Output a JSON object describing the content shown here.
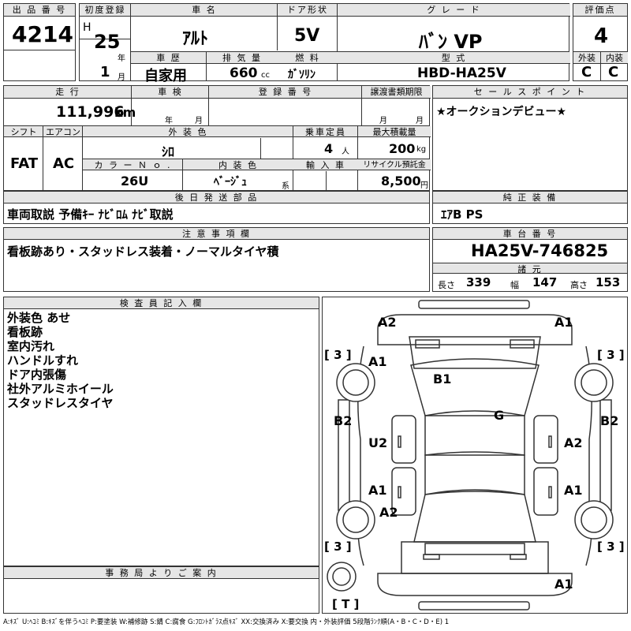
{
  "labels": {
    "lot_number": "出 品 番 号",
    "first_registration": "初度登録",
    "car_name": "車 名",
    "door_type": "ドア形状",
    "grade": "グ レ ー ド",
    "score": "評価点",
    "history": "車 歴",
    "displacement": "排 気 量",
    "fuel": "燃 料",
    "model_code": "型 式",
    "exterior": "外装",
    "interior": "内装",
    "mileage": "走 行",
    "inspection": "車 検",
    "registration_no": "登 録 番 号",
    "transfer_deadline": "譲渡書類期限",
    "sales_point": "セ ー ル ス ポ イ ン ト",
    "shift": "シフト",
    "aircon": "エアコン",
    "exterior_color": "外 装 色",
    "capacity": "乗車定員",
    "max_load": "最大積載量",
    "color_no": "カ ラ ー Ｎ ｏ .",
    "interior_color": "内 装 色",
    "import": "輸 入 車",
    "recycle": "リサイクル預託金",
    "later_parts": "後 日 発 送 部 品",
    "genuine_equipment": "純 正 装 備",
    "notes": "注 意 事 項 欄",
    "chassis_no": "車 台 番 号",
    "specs": "諸 元",
    "length": "長さ",
    "width": "幅",
    "height": "高さ",
    "inspector_notes": "検 査 員 記 入 欄",
    "office_notice": "事 務 局 よ り ご 案 内"
  },
  "units": {
    "era": "H",
    "year": "年",
    "month": "月",
    "cc": "cc",
    "km": "km",
    "year_blank": "年",
    "month_blank": "月",
    "person": "人",
    "kg": "kg",
    "kei": "系",
    "yen": "円"
  },
  "values": {
    "lot_number": "4214",
    "reg_year": "25",
    "reg_month": "1",
    "car_name": "ｱﾙﾄ",
    "door_type": "5V",
    "grade": "ﾊﾞﾝ VP",
    "score": "4",
    "history": "自家用",
    "displacement": "660",
    "fuel": "ｶﾞｿﾘﾝ",
    "model_code": "HBD-HA25V",
    "exterior_grade": "C",
    "interior_grade": "C",
    "mileage": "111,996",
    "sales_point": "★オークションデビュー★",
    "shift": "FAT",
    "aircon": "AC",
    "exterior_color": "ｼﾛ",
    "capacity": "4",
    "max_load": "200",
    "color_no": "26U",
    "interior_color": "ﾍﾞｰｼﾞｭ",
    "recycle": "8,500",
    "later_parts": "車両取説 予備ｷｰ ﾅﾋﾞﾛﾑ ﾅﾋﾞ取説",
    "genuine_equipment": "ｴｱB PS",
    "notes": "看板跡あり・スタッドレス装着・ノーマルタイヤ積",
    "chassis_no": "HA25V-746825",
    "length": "339",
    "width": "147",
    "height": "153"
  },
  "inspector_lines": [
    "外装色 あせ",
    "看板跡",
    "室内汚れ",
    "ハンドルすれ",
    "ドア内張傷",
    "社外アルミホイール",
    "スタッドレスタイヤ"
  ],
  "diagram_marks": {
    "front_left": "A2",
    "front_right": "A1",
    "left_front_fender": "A1",
    "roof_front": "B1",
    "roof": "G",
    "left_side": "B2",
    "right_side": "B2",
    "left_door": "U2",
    "right_door": "A2",
    "left_rear_door": "A1",
    "right_rear_door": "A1",
    "left_rear_fender": "A2",
    "rear": "A1",
    "tire_fl": "[ 3 ]",
    "tire_fr": "[ 3 ]",
    "tire_rl": "[ 3 ]",
    "tire_rr": "[ 3 ]",
    "spare": "[ T ]"
  },
  "legend": "A:ｷｽﾞ U:ﾍｺﾐ B:ｷｽﾞを伴うﾍｺﾐ P:要塗装 W:補修跡 S:錆 C:腐食 G:ﾌﾛﾝﾄｶﾞﾗｽ点ｷｽﾞ XX:交換済み X:要交換 内・外装評価 5段階ﾗﾝｸ順(A・B・C・D・E) 1"
}
